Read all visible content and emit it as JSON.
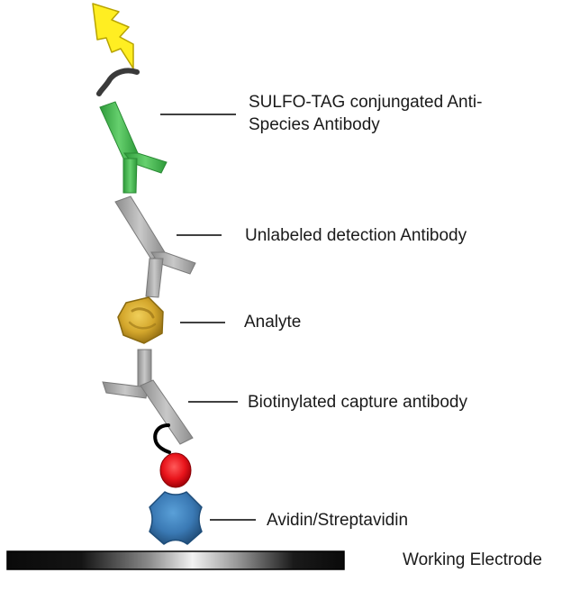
{
  "labels": {
    "sulfo_tag_antibody": {
      "line1": "SULFO-TAG conjungated Anti-",
      "line2": "Species Antibody"
    },
    "detection_antibody": "Unlabeled detection Antibody",
    "analyte": "Analyte",
    "capture_antibody": "Biotinylated capture antibody",
    "avidin": "Avidin/Streptavidin",
    "electrode": "Working Electrode"
  },
  "colors": {
    "sulfo_tag_antibody": "#3cb44b",
    "detection_antibody": "#a6a6a6",
    "capture_antibody": "#a6a6a6",
    "analyte": "#d4a72c",
    "biotin": "#e8141b",
    "avidin": "#3a79b4",
    "lightning": "#ffee22",
    "electrode_dark": "#111111",
    "electrode_light": "#f2f2f2"
  },
  "icons": {
    "lightning": "lightning-bolt-icon",
    "linker": "linker-curve-icon"
  }
}
